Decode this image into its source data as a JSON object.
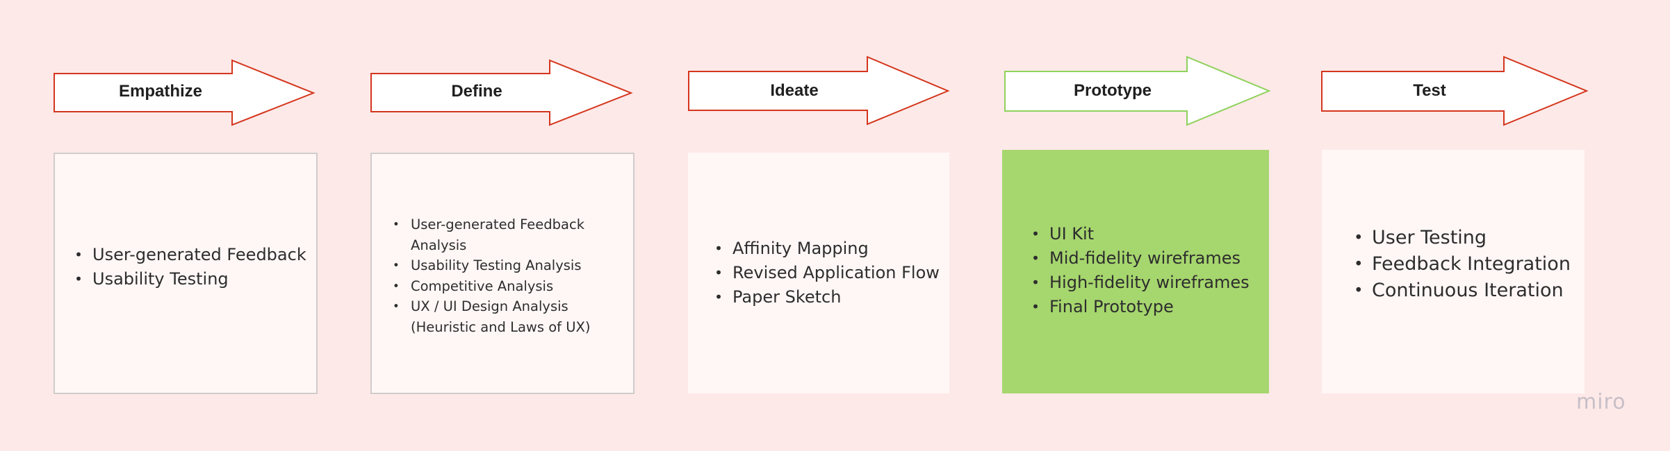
{
  "stages": [
    {
      "title": "Empathize",
      "arrow_color": "#d4351c",
      "items": [
        "User-generated Feedback",
        "Usability Testing"
      ]
    },
    {
      "title": "Define",
      "arrow_color": "#d4351c",
      "items": [
        "User-generated Feedback Analysis",
        "Usability Testing Analysis",
        "Competitive Analysis",
        "UX / UI Design Analysis (Heuristic and Laws of UX)"
      ]
    },
    {
      "title": "Ideate",
      "arrow_color": "#d4351c",
      "items": [
        "Affinity Mapping",
        "Revised Application Flow",
        "Paper Sketch"
      ]
    },
    {
      "title": "Prototype",
      "arrow_color": "#8fd15b",
      "card_color": "#a6d66e",
      "items": [
        "UI Kit",
        "Mid-fidelity wireframes",
        "High-fidelity wireframes",
        "Final Prototype"
      ]
    },
    {
      "title": "Test",
      "arrow_color": "#d4351c",
      "items": [
        "User Testing",
        "Feedback Integration",
        "Continuous Iteration"
      ]
    }
  ],
  "watermark": "miro"
}
